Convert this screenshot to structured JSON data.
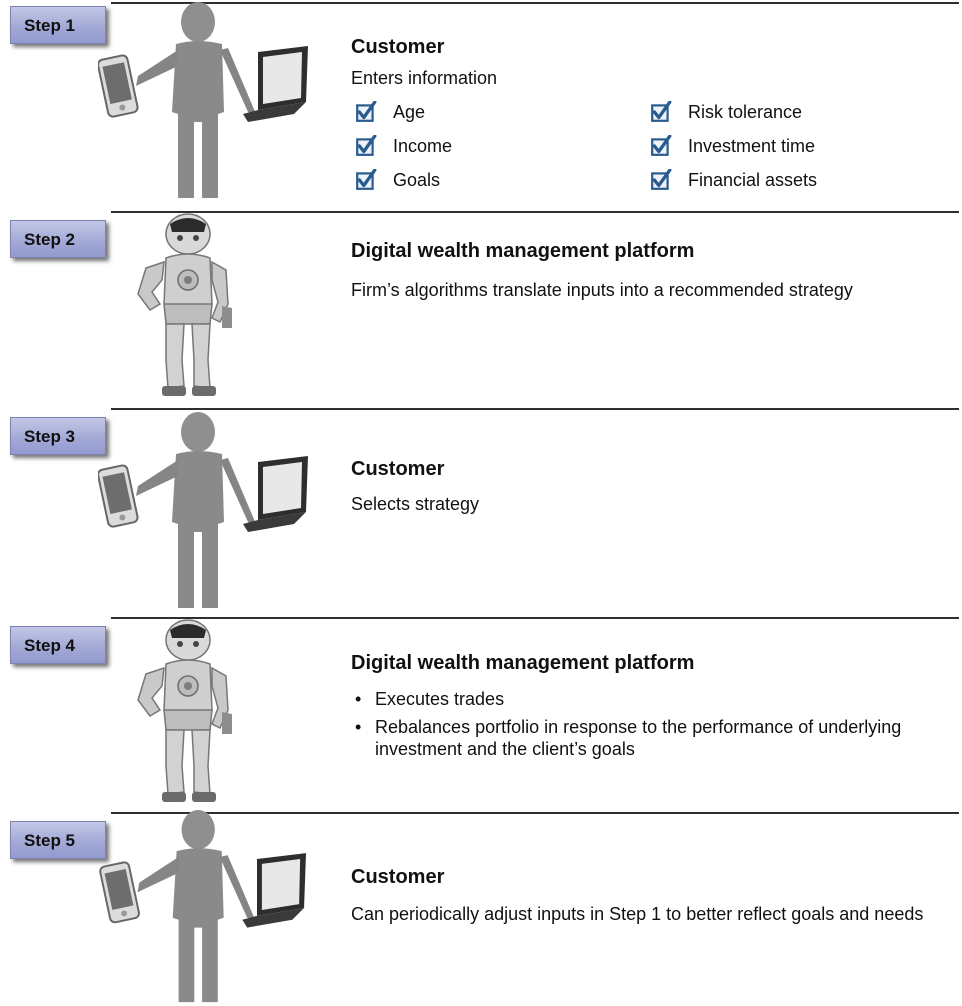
{
  "steps": [
    {
      "badge": "Step 1",
      "actor": "Customer",
      "description": "Enters information",
      "checklist_left": [
        "Age",
        "Income",
        "Goals"
      ],
      "checklist_right": [
        "Risk tolerance",
        "Investment time",
        "Financial assets"
      ],
      "figure": "person-with-phone-and-laptop-icon"
    },
    {
      "badge": "Step  2",
      "actor": "Digital wealth management platform",
      "description": "Firm’s algorithms translate inputs into a recommended strategy",
      "figure": "robot-icon"
    },
    {
      "badge": "Step  3",
      "actor": "Customer",
      "description": "Selects strategy",
      "figure": "person-with-phone-and-laptop-icon"
    },
    {
      "badge": "Step 4",
      "actor": "Digital wealth management platform",
      "bullets": [
        "Executes trades",
        "Rebalances portfolio in response to the performance of underlying investment and the client’s goals"
      ],
      "figure": "robot-icon"
    },
    {
      "badge": "Step  5",
      "actor": "Customer",
      "description": "Can periodically adjust inputs in Step 1 to better reflect goals and needs",
      "figure": "person-with-phone-and-laptop-icon"
    }
  ],
  "colors": {
    "badge_fill": "#a3aad6",
    "divider": "#2f2f2f",
    "checkbox_accent": "#2a5b8f",
    "figure_gray": "#8e8e8e"
  }
}
